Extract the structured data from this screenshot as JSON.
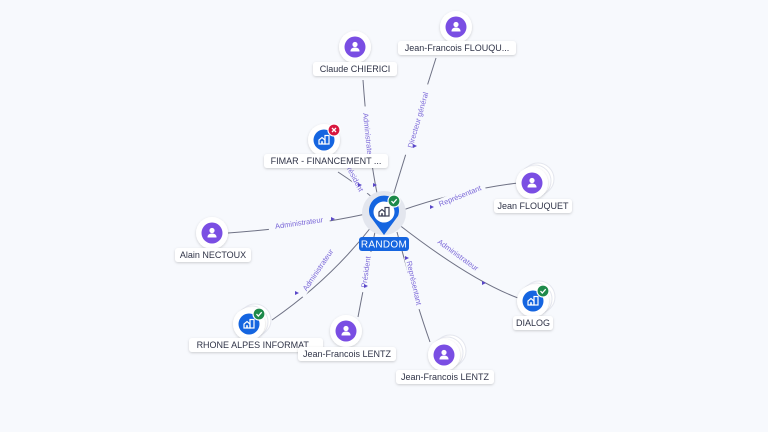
{
  "graph": {
    "colors": {
      "company": "#1565e0",
      "person": "#7a4ee3",
      "status_ok": "#1e8a4a",
      "status_closed": "#d8173f",
      "edge": "#6e7184",
      "edge_label": "#7b68d8",
      "background": "#f7f9fd"
    },
    "center": {
      "label": "RANDOM",
      "type": "company",
      "icon": "building-icon",
      "status": "active",
      "status_icon": "check-icon"
    },
    "nodes": [
      {
        "id": "claude-chierici",
        "label": "Claude CHIERICI",
        "type": "person",
        "icon": "person-icon",
        "stacked": false
      },
      {
        "id": "jf-flouquet",
        "label": "Jean-Francois FLOUQU...",
        "type": "person",
        "icon": "person-icon",
        "stacked": false
      },
      {
        "id": "fimar",
        "label": "FIMAR - FINANCEMENT ...",
        "type": "company",
        "icon": "building-icon",
        "status": "closed",
        "status_icon": "close-icon",
        "stacked": false
      },
      {
        "id": "jean-flouquet",
        "label": "Jean FLOUQUET",
        "type": "person",
        "icon": "person-icon",
        "stacked": true
      },
      {
        "id": "alain-nectoux",
        "label": "Alain NECTOUX",
        "type": "person",
        "icon": "person-icon",
        "stacked": false
      },
      {
        "id": "dialog",
        "label": "DIALOG",
        "type": "company",
        "icon": "building-icon",
        "status": "active",
        "status_icon": "check-icon",
        "stacked": true
      },
      {
        "id": "rhone-alpes",
        "label": "RHONE ALPES INFORMAT...",
        "type": "company",
        "icon": "building-icon",
        "status": "active",
        "status_icon": "check-icon",
        "stacked": true
      },
      {
        "id": "jf-lentz-1",
        "label": "Jean-Francois LENTZ",
        "type": "person",
        "icon": "person-icon",
        "stacked": false
      },
      {
        "id": "jf-lentz-2",
        "label": "Jean-Francois LENTZ",
        "type": "person",
        "icon": "person-icon",
        "stacked": true
      }
    ],
    "edges": [
      {
        "from": "claude-chierici",
        "label": "Administrateur"
      },
      {
        "from": "jf-flouquet",
        "label": "Directeur général"
      },
      {
        "from": "fimar",
        "label": "Président"
      },
      {
        "from": "jean-flouquet",
        "label": "Représentant"
      },
      {
        "from": "alain-nectoux",
        "label": "Administrateur"
      },
      {
        "from": "dialog",
        "label": "Administrateur"
      },
      {
        "from": "rhone-alpes",
        "label": "Administrateur"
      },
      {
        "from": "jf-lentz-1",
        "label": "Président"
      },
      {
        "from": "jf-lentz-2",
        "label": "Représentant"
      }
    ]
  }
}
